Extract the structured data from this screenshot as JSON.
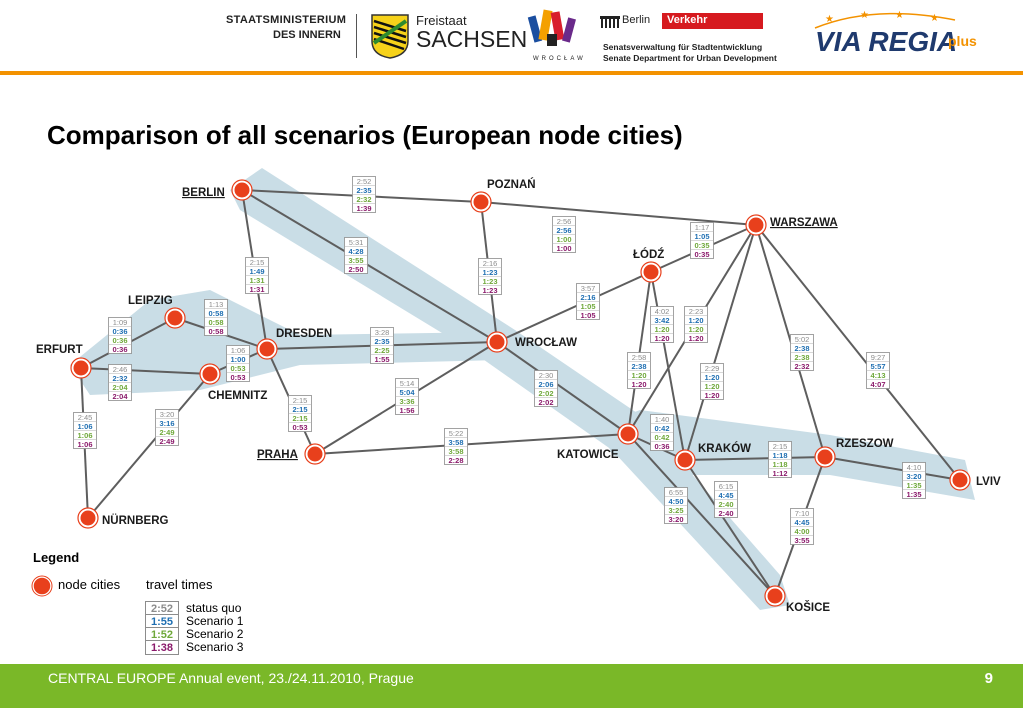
{
  "header": {
    "ministry_line1": "STAATSMINISTERIUM",
    "ministry_line2": "DES INNERN",
    "freistaat": "Freistaat",
    "sachsen": "SACHSEN",
    "wroclaw_logo": "WROCŁAW",
    "berlin": "Berlin",
    "verkehr": "Verkehr",
    "senat_line1": "Senatsverwaltung für Stadtentwicklung",
    "senat_line2": "Senate Department for Urban Development",
    "viaregia": "VIA REGIA",
    "plus": "plus"
  },
  "title": "Comparison of all scenarios (European node cities)",
  "colors": {
    "status_quo": "#8c8c8c",
    "scenario1": "#1f6fb2",
    "scenario2": "#6fa83a",
    "scenario3": "#8b1a6b",
    "node": "#e8401c",
    "corridor": "#c9dde6",
    "footer": "#7ab828",
    "accent": "#f39200"
  },
  "cities": {
    "berlin": "BERLIN",
    "poznan": "POZNAŃ",
    "warszawa": "WARSZAWA",
    "lodz": "ŁÓDŹ",
    "leipzig": "LEIPZIG",
    "dresden": "DRESDEN",
    "erfurt": "ERFURT",
    "chemnitz": "CHEMNITZ",
    "wroclaw": "WROCŁAW",
    "praha": "PRAHA",
    "katowice": "KATOWICE",
    "krakow": "KRAKÓW",
    "rzeszow": "RZESZOW",
    "lviv": "LVIV",
    "nurnberg": "NÜRNBERG",
    "kosice": "KOŠICE"
  },
  "times": [
    [
      "2:52",
      "2:35",
      "2:32",
      "1:39"
    ],
    [
      "2:56",
      "2:56",
      "1:00",
      "1:00"
    ],
    [
      "1:17",
      "1:05",
      "0:35",
      "0:35"
    ],
    [
      "2:15",
      "1:49",
      "1:31",
      "1:31"
    ],
    [
      "5:31",
      "4:28",
      "3:55",
      "2:50"
    ],
    [
      "2:16",
      "1:23",
      "1:23",
      "1:23"
    ],
    [
      "1:13",
      "0:58",
      "0:58",
      "0:58"
    ],
    [
      "1:09",
      "0:36",
      "0:36",
      "0:36"
    ],
    [
      "3:57",
      "2:16",
      "1:05",
      "1:05"
    ],
    [
      "4:02",
      "3:42",
      "1:20",
      "1:20"
    ],
    [
      "2:23",
      "1:20",
      "1:20",
      "1:20"
    ],
    [
      "5:02",
      "2:38",
      "2:38",
      "2:32"
    ],
    [
      "9:27",
      "5:57",
      "4:13",
      "4:07"
    ],
    [
      "3:28",
      "2:35",
      "2:25",
      "1:55"
    ],
    [
      "1:06",
      "1:00",
      "0:53",
      "0:53"
    ],
    [
      "2:46",
      "2:32",
      "2:04",
      "2:04"
    ],
    [
      "2:58",
      "2:38",
      "1:20",
      "1:20"
    ],
    [
      "2:29",
      "1:20",
      "1:20",
      "1:20"
    ],
    [
      "5:14",
      "5:04",
      "3:36",
      "1:56"
    ],
    [
      "2:30",
      "2:06",
      "2:02",
      "2:02"
    ],
    [
      "2:15",
      "2:15",
      "2:15",
      "0:53"
    ],
    [
      "2:45",
      "1:06",
      "1:06",
      "1:06"
    ],
    [
      "3:20",
      "3:16",
      "2:49",
      "2:49"
    ],
    [
      "5:22",
      "3:58",
      "3:58",
      "2:28"
    ],
    [
      "1:40",
      "0:42",
      "0:42",
      "0:36"
    ],
    [
      "2:15",
      "1:18",
      "1:18",
      "1:12"
    ],
    [
      "4:10",
      "3:20",
      "1:35",
      "1:35"
    ],
    [
      "6:55",
      "4:50",
      "3:25",
      "3:20"
    ],
    [
      "6:15",
      "4:45",
      "2:40",
      "2:40"
    ],
    [
      "7:10",
      "4:45",
      "4:00",
      "3:55"
    ]
  ],
  "legend": {
    "title": "Legend",
    "node_cities": "node cities",
    "travel_times": "travel times",
    "sample": [
      "2:52",
      "1:55",
      "1:52",
      "1:38"
    ],
    "labels": [
      "status quo",
      "Scenario 1",
      "Scenario 2",
      "Scenario 3"
    ]
  },
  "footer": {
    "text": "CENTRAL EUROPE Annual event, 23./24.11.2010, Prague",
    "page": "9"
  }
}
